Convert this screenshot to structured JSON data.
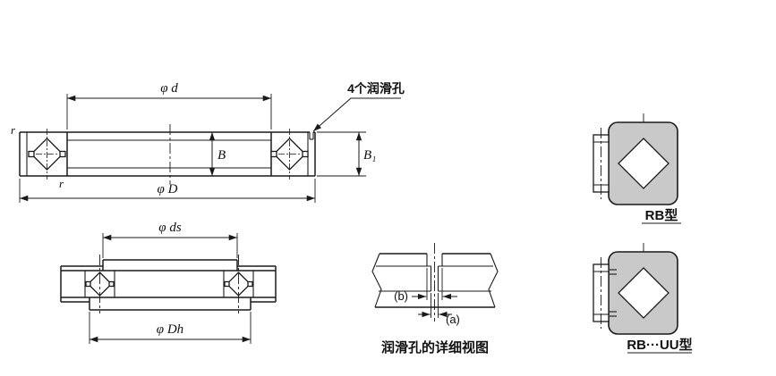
{
  "colors": {
    "ink": "#1a1a1a",
    "section_fill": "#c9c9c9",
    "background": "#ffffff"
  },
  "main_section_view": {
    "lube_holes_note": "4个润滑孔",
    "dim_bore": "φ d",
    "dim_outer": "φ D",
    "dim_width": "B",
    "dim_width1": "B₁",
    "fillet_left": "r",
    "fillet_inner": "r"
  },
  "mounted_section_view": {
    "dim_shaft_seat": "φ ds",
    "dim_housing_bore": "φ Dh"
  },
  "lube_hole_detail": {
    "dim_a": "(a)",
    "dim_b": "(b)",
    "caption": "润滑孔的详细视图"
  },
  "type_sections": {
    "rb": "RB型",
    "rb_uu": "RB···UU型"
  }
}
